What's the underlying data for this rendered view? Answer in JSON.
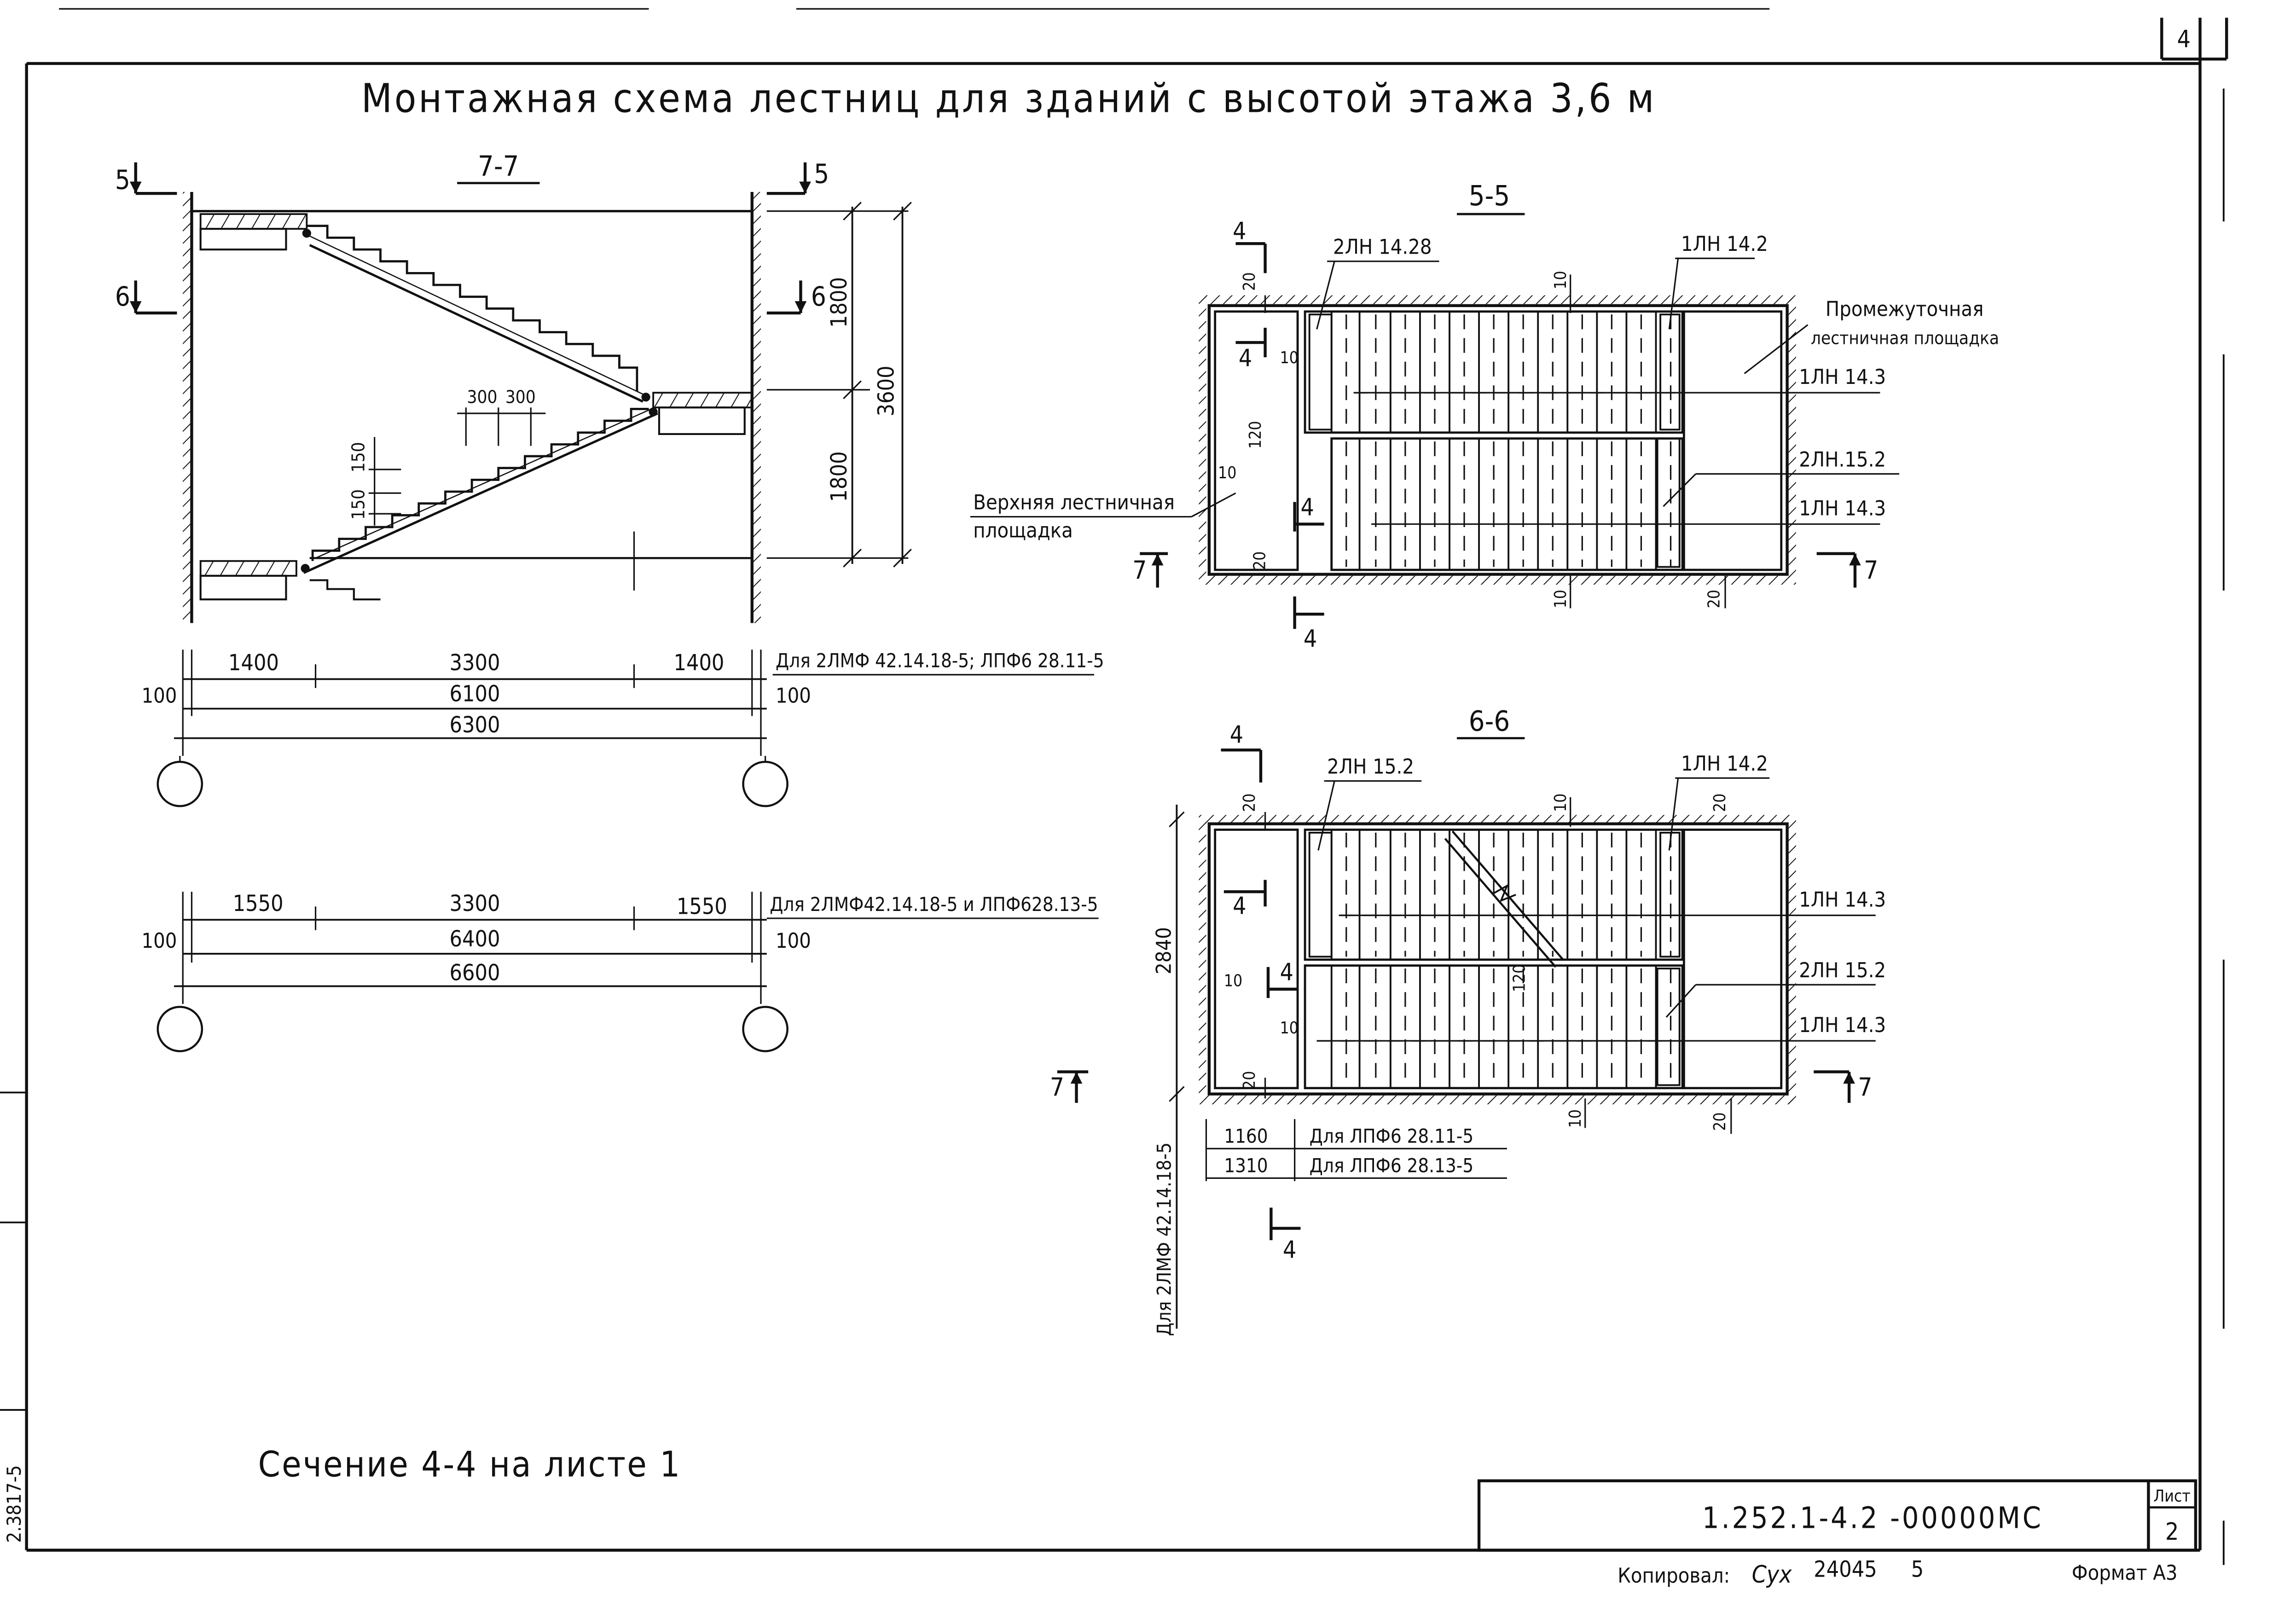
{
  "sheet": {
    "corner_number": "4",
    "title": "Монтажная схема лестниц для зданий с высотой этажа 3,6 м",
    "note": "Сечение 4-4 на листе 1",
    "margin_code": "2.3817-5"
  },
  "section77": {
    "label": "7-7",
    "marker_5": "5",
    "marker_6": "6",
    "marker_5r": "5",
    "marker_6r": "6",
    "dim_1800_top": "1800",
    "dim_1800_bottom": "1800",
    "dim_3600": "3600",
    "dim_300a": "300",
    "dim_300b": "300",
    "dim_150a": "150",
    "dim_150b": "150"
  },
  "dims_a": {
    "d1400l": "1400",
    "d3300": "3300",
    "d1400r": "1400",
    "d100l": "100",
    "d6100": "6100",
    "d100r": "100",
    "d6300": "6300",
    "caption": "Для 2ЛМФ 42.14.18-5; ЛПФ6 28.11-5"
  },
  "dims_b": {
    "d1550l": "1550",
    "d3300": "3300",
    "d1550r": "1550",
    "d100l": "100",
    "d6400": "6400",
    "d100r": "100",
    "d6600": "6600",
    "caption": "Для 2ЛМФ42.14.18-5 и ЛПФ628.13-5"
  },
  "plan55": {
    "label": "5-5",
    "m4a": "4",
    "m4b": "4",
    "m4c": "4",
    "m4d": "4",
    "m7l": "7",
    "m7r": "7",
    "n20a": "20",
    "n10a": "10",
    "n10b": "10",
    "n120": "120",
    "n10c": "10",
    "n20b": "20",
    "n10d": "10",
    "n20c": "20",
    "lbl_2lm": "2ЛН 14.28",
    "lbl_1lm": "1ЛН 14.2",
    "lbl_mid1": "Промежуточная",
    "lbl_mid2": "лестничная площадка",
    "lbl_143a": "1ЛН 14.3",
    "lbl_152": "2ЛН.15.2",
    "lbl_143b": "1ЛН 14.3",
    "lbl_top1": "Верхняя лестничная",
    "lbl_top2": "площадка"
  },
  "plan66": {
    "label": "6-6",
    "m4a": "4",
    "m4b": "4",
    "m4c": "4",
    "m4d": "4",
    "m7l": "7",
    "m7r": "7",
    "n20a": "20",
    "n10a": "10",
    "n20b": "20",
    "n10b": "10",
    "n10c": "10",
    "n120": "120",
    "n20c": "20",
    "n10d": "10",
    "n20d": "20",
    "d2840": "2840",
    "lbl_152a": "2ЛН 15.2",
    "lbl_142": "1ЛН 14.2",
    "lbl_143a": "1ЛН 14.3",
    "lbl_152b": "2ЛН 15.2",
    "lbl_143b": "1ЛН 14.3",
    "d1160": "1160",
    "cap1160": "Для ЛПФ6 28.11-5",
    "d1310": "1310",
    "cap1310": "Для ЛПФ6 28.13-5",
    "vertical_caption": "Для 2ЛМФ 42.14.18-5"
  },
  "stamp": {
    "code": "1.252.1-4.2 -00000МС",
    "sheet_label": "Лист",
    "sheet_no": "2"
  },
  "footer": {
    "copied": "Копировал:",
    "signature": "Сух",
    "order_no": "24045",
    "num": "5",
    "format": "Формат А3"
  }
}
